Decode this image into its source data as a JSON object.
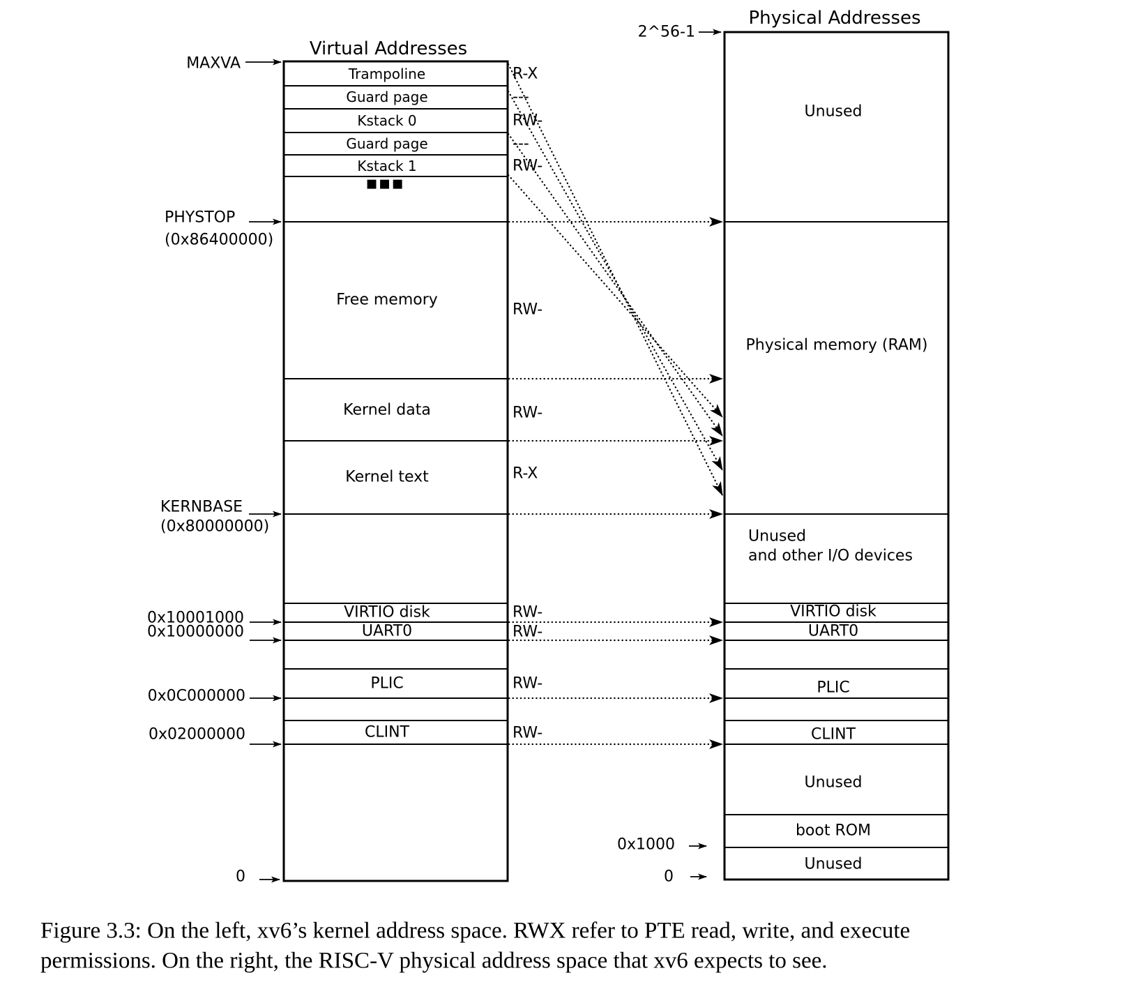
{
  "titles": {
    "virtual": "Virtual Addresses",
    "physical": "Physical Addresses"
  },
  "virtual_box": {
    "rows": {
      "trampoline": "Trampoline",
      "guard_page_1": "Guard page",
      "kstack0": "Kstack 0",
      "guard_page_2": "Guard page",
      "kstack1": "Kstack 1",
      "ellipsis": "▪▪▪",
      "free_memory": "Free memory",
      "kernel_data": "Kernel data",
      "kernel_text": "Kernel text",
      "virtio_disk": "VIRTIO disk",
      "uart0": "UART0",
      "plic": "PLIC",
      "clint": "CLINT"
    },
    "permissions": {
      "trampoline": "R-X",
      "guard_page_1": "---",
      "kstack0": "RW-",
      "guard_page_2": "---",
      "kstack1": "RW-",
      "free_memory": "RW-",
      "kernel_data": "RW-",
      "kernel_text": "R-X",
      "virtio_disk": "RW-",
      "uart0": "RW-",
      "plic": "RW-",
      "clint": "RW-"
    },
    "addresses": {
      "maxva": "MAXVA",
      "phystop": "PHYSTOP",
      "phystop_hex": "(0x86400000)",
      "kernbase": "KERNBASE",
      "kernbase_hex": "(0x80000000)",
      "virtio_disk": "0x10001000",
      "uart0": "0x10000000",
      "plic": "0x0C000000",
      "clint": "0x02000000",
      "zero": "0"
    }
  },
  "physical_box": {
    "regions": {
      "unused_top": "Unused",
      "ram": "Physical memory (RAM)",
      "io_line1": "Unused",
      "io_line2": "and other I/O devices",
      "virtio_disk": "VIRTIO disk",
      "uart0": "UART0",
      "plic": "PLIC",
      "clint": "CLINT",
      "unused_mid": "Unused",
      "boot_rom": "boot ROM",
      "unused_bottom": "Unused"
    },
    "addresses": {
      "top": "2^56-1",
      "boot_rom": "0x1000",
      "zero": "0"
    }
  },
  "caption": {
    "line1": "Figure 3.3: On the left, xv6’s kernel address space. RWX refer to PTE read, write, and execute",
    "line2": "permissions. On the right, the RISC-V physical address space that xv6 expects to see."
  },
  "colors": {
    "ink": "#000000",
    "background": "#ffffff"
  }
}
